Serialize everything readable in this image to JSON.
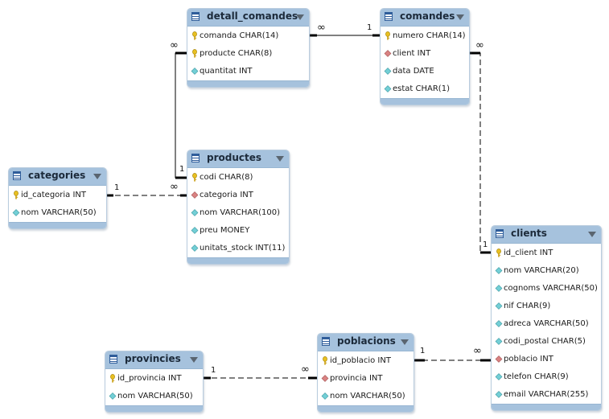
{
  "colors": {
    "header": "#a6c2dd",
    "key_icon": "#e8c021",
    "fk_icon": "#d98282",
    "col_icon": "#73cfd6",
    "line": "#000000"
  },
  "icons": {
    "table": "table-icon",
    "primary_key": "key-icon",
    "foreign_key": "foreign-key-diamond-icon",
    "column": "column-diamond-icon",
    "menu": "chevron-down-icon"
  },
  "tables": [
    {
      "id": "detall_comandes",
      "title": "detall_comandes",
      "columns": [
        {
          "icon": "key",
          "text": "comanda CHAR(14)"
        },
        {
          "icon": "key",
          "text": "producte CHAR(8)"
        },
        {
          "icon": "col",
          "text": "quantitat INT"
        }
      ]
    },
    {
      "id": "comandes",
      "title": "comandes",
      "columns": [
        {
          "icon": "key",
          "text": "numero CHAR(14)"
        },
        {
          "icon": "fk",
          "text": "client INT"
        },
        {
          "icon": "col",
          "text": "data DATE"
        },
        {
          "icon": "col",
          "text": "estat CHAR(1)"
        }
      ]
    },
    {
      "id": "categories",
      "title": "categories",
      "columns": [
        {
          "icon": "key",
          "text": "id_categoria INT"
        },
        {
          "icon": "col",
          "text": "nom VARCHAR(50)"
        }
      ]
    },
    {
      "id": "productes",
      "title": "productes",
      "columns": [
        {
          "icon": "key",
          "text": "codi CHAR(8)"
        },
        {
          "icon": "fk",
          "text": "categoria INT"
        },
        {
          "icon": "col",
          "text": "nom VARCHAR(100)"
        },
        {
          "icon": "col",
          "text": "preu MONEY"
        },
        {
          "icon": "col",
          "text": "unitats_stock INT(11)"
        }
      ]
    },
    {
      "id": "clients",
      "title": "clients",
      "columns": [
        {
          "icon": "key",
          "text": "id_client INT"
        },
        {
          "icon": "col",
          "text": "nom VARCHAR(20)"
        },
        {
          "icon": "col",
          "text": "cognoms VARCHAR(50)"
        },
        {
          "icon": "col",
          "text": "nif CHAR(9)"
        },
        {
          "icon": "col",
          "text": "adreca VARCHAR(50)"
        },
        {
          "icon": "col",
          "text": "codi_postal CHAR(5)"
        },
        {
          "icon": "fk",
          "text": "poblacio INT"
        },
        {
          "icon": "col",
          "text": "telefon CHAR(9)"
        },
        {
          "icon": "col",
          "text": "email VARCHAR(255)"
        }
      ]
    },
    {
      "id": "provincies",
      "title": "provincies",
      "columns": [
        {
          "icon": "key",
          "text": "id_provincia INT"
        },
        {
          "icon": "col",
          "text": "nom VARCHAR(50)"
        }
      ]
    },
    {
      "id": "poblacions",
      "title": "poblacions",
      "columns": [
        {
          "icon": "key",
          "text": "id_poblacio INT"
        },
        {
          "icon": "fk",
          "text": "provincia INT"
        },
        {
          "icon": "col",
          "text": "nom VARCHAR(50)"
        }
      ]
    }
  ],
  "relationships": [
    {
      "id": "detall-comandes",
      "from": "detall_comandes",
      "to": "comandes",
      "from_card": "∞",
      "to_card": "1",
      "style": "solid"
    },
    {
      "id": "detall-productes",
      "from": "detall_comandes",
      "to": "productes",
      "from_card": "∞",
      "to_card": "1",
      "style": "solid"
    },
    {
      "id": "categories-productes",
      "from": "categories",
      "to": "productes",
      "from_card": "1",
      "to_card": "∞",
      "style": "dashed"
    },
    {
      "id": "comandes-clients",
      "from": "comandes",
      "to": "clients",
      "from_card": "∞",
      "to_card": "1",
      "style": "dashed"
    },
    {
      "id": "poblacions-clients",
      "from": "poblacions",
      "to": "clients",
      "from_card": "1",
      "to_card": "∞",
      "style": "dashed"
    },
    {
      "id": "provincies-poblacions",
      "from": "provincies",
      "to": "poblacions",
      "from_card": "1",
      "to_card": "∞",
      "style": "dashed"
    }
  ]
}
